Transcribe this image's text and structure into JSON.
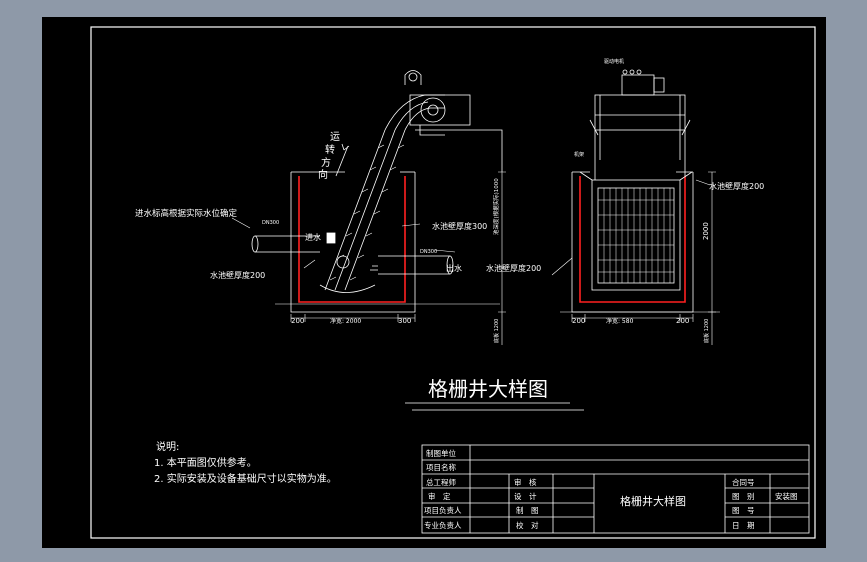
{
  "title": "格栅井大样图",
  "notes": {
    "heading": "说明:",
    "line1": "1. 本平面图仅供参考。",
    "line2": "2. 实际安装及设备基础尺寸以实物为准。"
  },
  "side_view": {
    "rotation_label": [
      "运",
      "转",
      "方",
      "向"
    ],
    "inlet_label": "进水标高根据实际水位确定",
    "dn_inlet": "DN300",
    "dn_outlet": "DN300",
    "in_water": "进水",
    "out_water": "出水",
    "wall_thickness_300": "水池壁厚度300",
    "wall_thickness_200": "水池壁厚度200",
    "dim_left": "200",
    "dim_width": "净宽: 2000",
    "dim_right": "300",
    "dim_height": "池深度(根据实际)1000",
    "dim_bottom": "底板 1200"
  },
  "front_view": {
    "motor_label": "驱动电机",
    "top_label": "机架",
    "wall_thickness_200_right": "水池壁厚度200",
    "wall_thickness_200_left": "水池壁厚度200",
    "dim_left": "200",
    "dim_width": "净宽: 580",
    "dim_right": "200",
    "dim_height": "2000",
    "dim_bottom": "底板 1200"
  },
  "title_block": {
    "r1": "制图单位",
    "r2": "项目名称",
    "r3a": "总工程师",
    "r3b": "审　核",
    "r4a": "审　定",
    "r4b": "设　计",
    "r5a": "项目负责人",
    "r5b": "制　图",
    "r6a": "专业负责人",
    "r6b": "校　对",
    "drawing_name": "格栅井大样图",
    "c1": "合同号",
    "c2": "图　别",
    "c2v": "安装图",
    "c3": "图　号",
    "c4": "日　期"
  },
  "colors": {
    "background": "#000000",
    "outer": "#8e99a8",
    "line": "#ffffff",
    "wall": "#ff2020"
  }
}
